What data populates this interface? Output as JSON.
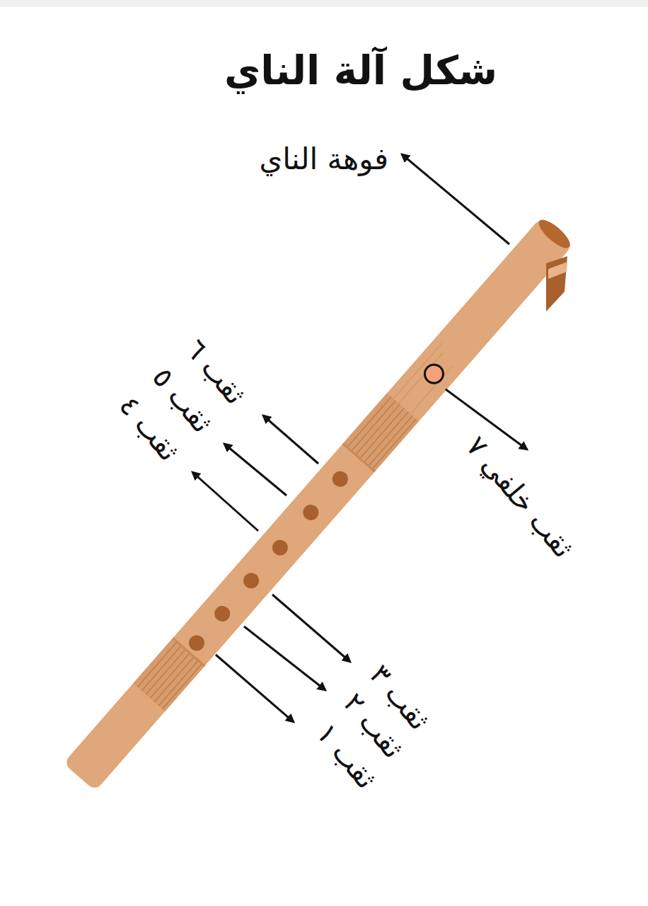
{
  "diagram": {
    "title": "شكل آلة الناي",
    "labels": [
      "فوهة الناي",
      "ثقب ٦",
      "ثقب ٥",
      "ثقب ٤",
      "ثقب خلفي ٧",
      "ثقب ٣",
      "ثقب ٢",
      "ثقب ١"
    ]
  }
}
